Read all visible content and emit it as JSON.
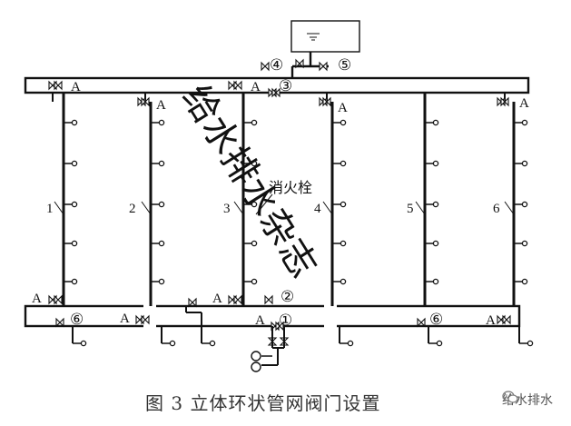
{
  "labels": {
    "valve_A": "A",
    "risers": [
      "1",
      "2",
      "3",
      "4",
      "5",
      "6"
    ],
    "hydrant": "消火栓",
    "circled": [
      "①",
      "②",
      "③",
      "④",
      "⑤",
      "⑥"
    ]
  },
  "caption": {
    "text": "图 3    立体环状管网阀门设置"
  },
  "watermark": {
    "text": "给水排水",
    "diagonal": "给水排水杂志"
  },
  "colors": {
    "line": "#111111",
    "watermark": "#c8c8c8"
  }
}
